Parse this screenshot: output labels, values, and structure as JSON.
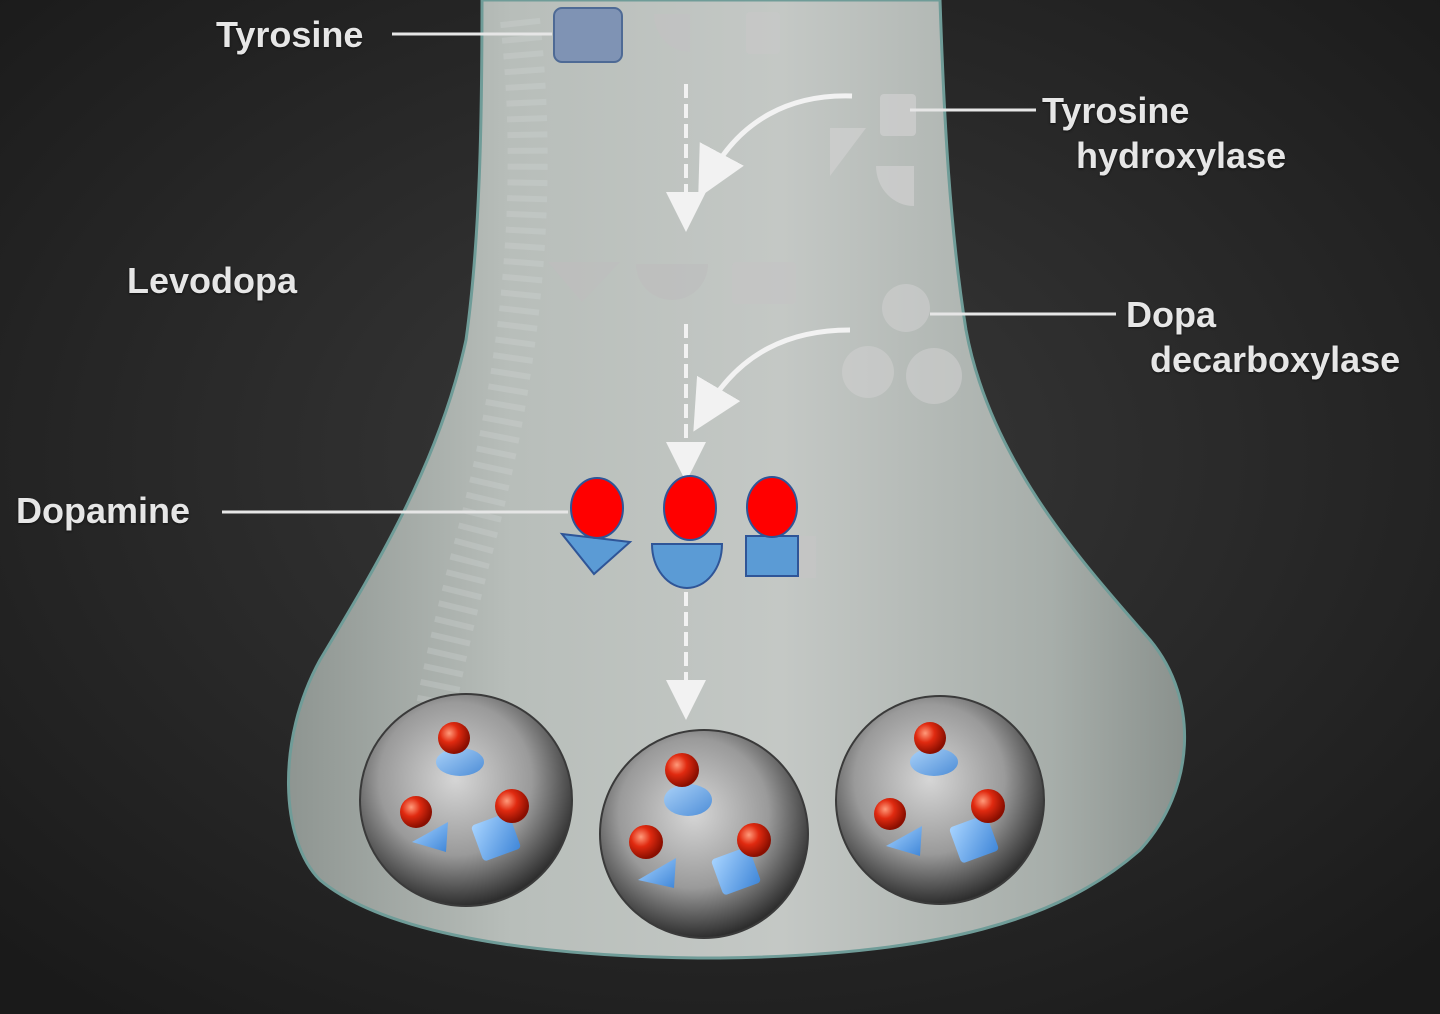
{
  "labels": {
    "tyrosine": "Tyrosine",
    "levodopa": "Levodopa",
    "dopamine": "Dopamine",
    "tyrosine_hydroxylase_line1": "Tyrosine",
    "tyrosine_hydroxylase_line2": "hydroxylase",
    "dopa_decarboxylase_line1": "Dopa",
    "dopa_decarboxylase_line2": "decarboxylase"
  },
  "colors": {
    "background": "#232323",
    "terminal": "#a9b0ac",
    "molecule_red": "#ff0000",
    "molecule_blue": "#5b9bd5",
    "tyrosine_box": "#7f93b4",
    "enzyme_gray": "#c8c8c8"
  }
}
